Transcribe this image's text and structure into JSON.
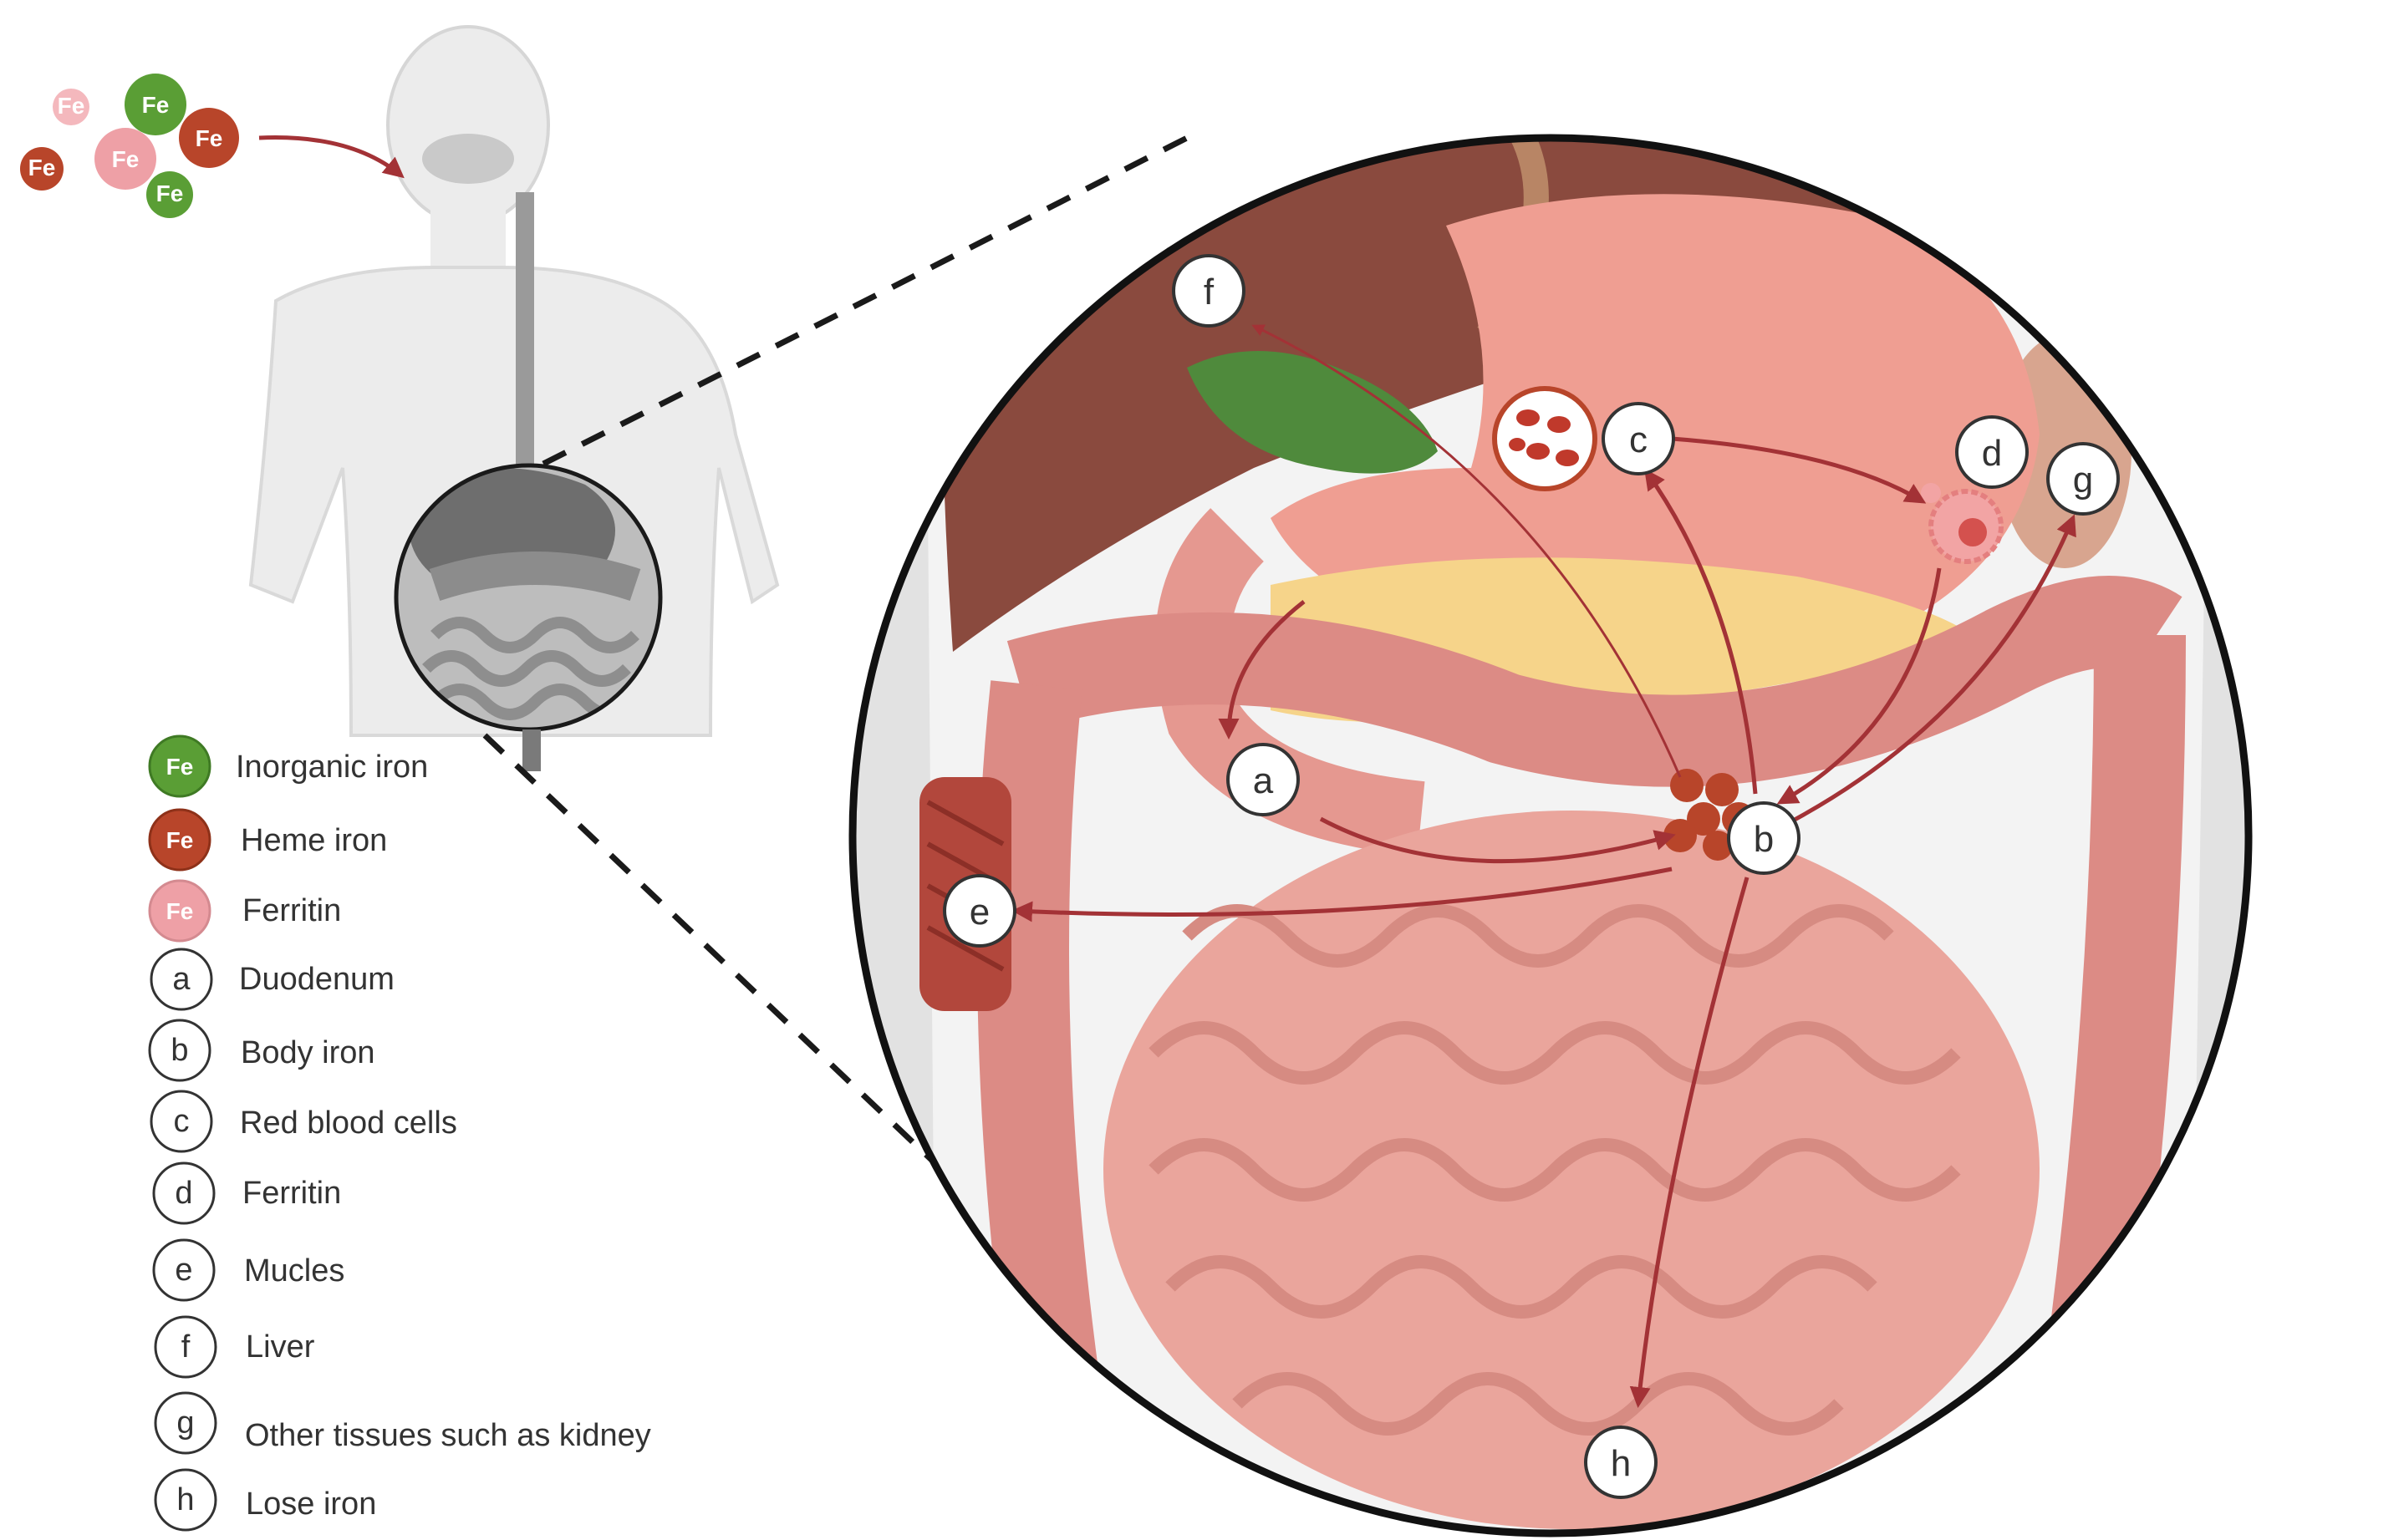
{
  "fe_symbol": "Fe",
  "nodes": {
    "a": "a",
    "b": "b",
    "c": "c",
    "d": "d",
    "e": "e",
    "f": "f",
    "g": "g",
    "h": "h"
  },
  "legend": {
    "iron_types": [
      {
        "symbol": "Fe",
        "label": "Inorganic iron",
        "color": "#5a9e35"
      },
      {
        "symbol": "Fe",
        "label": "Heme iron",
        "color": "#b8452a"
      },
      {
        "symbol": "Fe",
        "label": "Ferritin",
        "color": "#eea0a6"
      }
    ],
    "letters": [
      {
        "key": "a",
        "label": "Duodenum"
      },
      {
        "key": "b",
        "label": "Body iron"
      },
      {
        "key": "c",
        "label": "Red blood cells"
      },
      {
        "key": "d",
        "label": "Ferritin"
      },
      {
        "key": "e",
        "label": "Mucles"
      },
      {
        "key": "f",
        "label": "Liver"
      },
      {
        "key": "g",
        "label": "Other tissues such as kidney"
      },
      {
        "key": "h",
        "label": "Lose iron"
      }
    ]
  },
  "colors": {
    "arrow": "#a33236",
    "liver": "#8a4a3e",
    "intestine": "#e59890",
    "stomach": "#ef9e92",
    "gallbladder": "#4f8a3c",
    "pancreas": "#f6d48a",
    "body_outline": "#e8e8e8"
  }
}
